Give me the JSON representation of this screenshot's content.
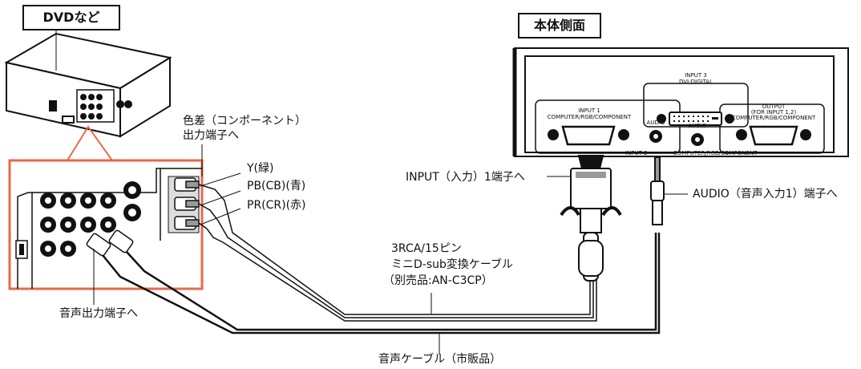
{
  "source_box": {
    "label": "DVDなど"
  },
  "projector_box": {
    "label": "本体側面"
  },
  "component_out_label": [
    "色差（コンポーネント）",
    "出力端子へ"
  ],
  "y_label": "Y(緑)",
  "pb_label": "PB(CB)(青)",
  "pr_label": "PR(CR)(赤)",
  "audio_out_label": "音声出力端子へ",
  "input1_label": "INPUT（入力）1端子へ",
  "audio_in_label": "AUDIO（音声入力1）端子へ",
  "cable_label": [
    "3RCA/15ピン",
    "ミニD-sub変換ケーブル",
    "（別売品:AN-C3CP）"
  ],
  "audio_cable_label": "音声ケーブル（市販品）",
  "panel": {
    "input3": [
      "INPUT 3",
      "DVI-DIGITAL"
    ],
    "input1": [
      "INPUT 1",
      "COMPUTER/RGB/COMPONENT"
    ],
    "output": [
      "OUTPUT",
      "(FOR INPUT 1,2)",
      "COMPUTER/RGB/COMPONENT"
    ],
    "audio": "AUDIO",
    "input2": "INPUT 2",
    "input2_sub": "COMPUTER/RGB/COMPONENT"
  },
  "colors": {
    "accent": "#e8694a",
    "line": "#111111"
  }
}
